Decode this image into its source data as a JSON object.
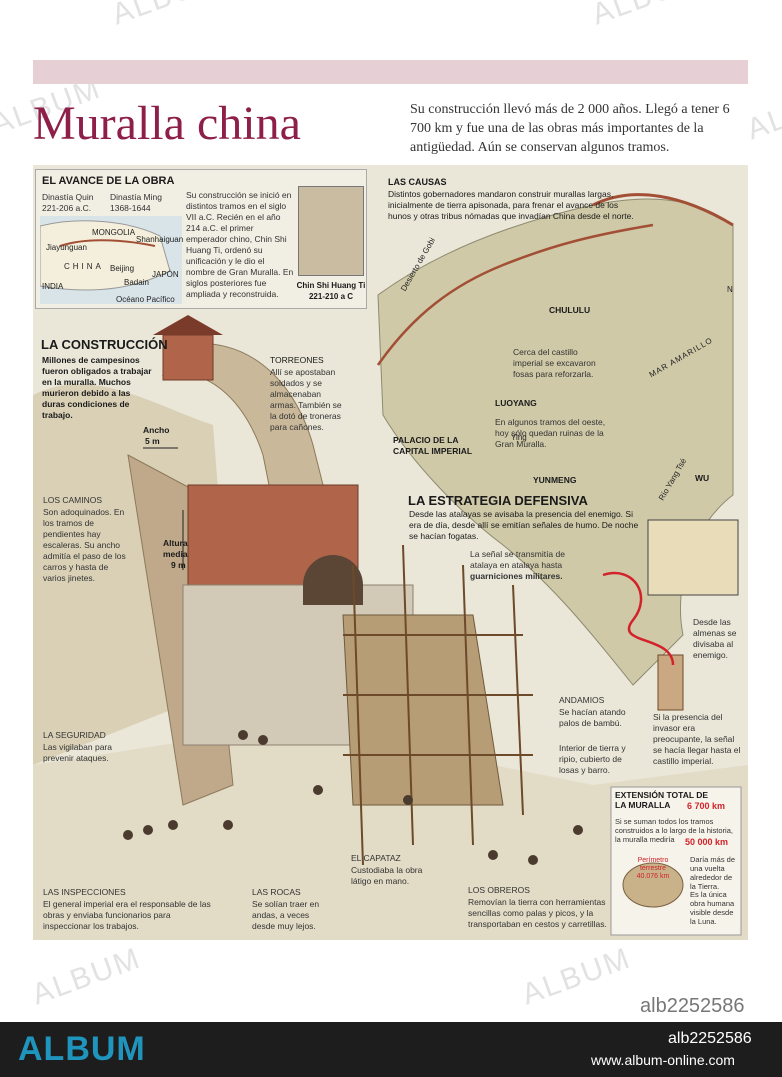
{
  "header": {
    "title": "Muralla china",
    "intro": "Su construcción llevó más de 2 000 años. Llegó a tener 6 700 km y fue una de las obras más importantes de la antigüedad. Aún se conservan algunos tramos."
  },
  "avance": {
    "title": "EL AVANCE DE LA OBRA",
    "legend_qin": "Dinastía Quin\n221-206 a.C.",
    "legend_ming": "Dinastía Ming\n1368-1644",
    "map_labels": [
      "MONGOLIA",
      "Jiayunguan",
      "Shanhaiguan",
      "CHINA",
      "Beijing",
      "Badain",
      "JAPÓN",
      "INDIA",
      "Océano Pacífico"
    ],
    "text": "Su construcción se inició en distintos tramos en el siglo VII a.C. Recién en el año 214 a.C. el primer emperador chino, Chin Shi Huang Ti, ordenó su unificación y le dio el nombre de Gran Muralla. En siglos posteriores fue ampliada y reconstruida.",
    "portrait_caption": "Chin Shi Huang Ti\n221-210 a C"
  },
  "causas": {
    "title": "LAS CAUSAS",
    "text": "Distintos gobernadores mandaron construir murallas largas, inicialmente de tierra apisonada, para frenar el avance de los hunos y otras tribus nómadas que invadían China desde el norte."
  },
  "map": {
    "desert": "Desierto de Gobi",
    "north": "N",
    "sea": "MAR AMARILLO",
    "river1": "Río Yang Tsé",
    "river2": "Ying",
    "cities": [
      "CHULULU",
      "LUOYANG",
      "YUNMENG",
      "WU"
    ],
    "palace": "PALACIO DE LA\nCAPITAL IMPERIAL",
    "note_chululu": "Cerca del castillo imperial se excavaron fosas para reforzarla.",
    "note_luoyang": "En algunos tramos del oeste, hoy sólo quedan ruinas de la Gran Muralla."
  },
  "construccion": {
    "title": "LA CONSTRUCCIÓN",
    "text": "Millones de campesinos fueron obligados a trabajar en la muralla. Muchos murieron debido a las duras condiciones de trabajo."
  },
  "torreones": {
    "title": "TORREONES",
    "text": "Allí se apostaban soldados y se almacenaban armas. También se la dotó de troneras para cañones."
  },
  "dims": {
    "ancho_label": "Ancho",
    "ancho_val": "5 m",
    "altura_label": "Altura\nmedia",
    "altura_val": "9 m"
  },
  "caminos": {
    "title": "LOS CAMINOS",
    "text": "Son adoquinados. En los tramos de pendientes hay escaleras. Su ancho admitía el paso de los carros y hasta de varios jinetes."
  },
  "estrategia": {
    "title": "LA ESTRATEGIA DEFENSIVA",
    "text": "Desde las atalayas se avisaba la presencia del enemigo. Si era de día, desde allí se emitían señales de humo. De noche se hacían fogatas.",
    "signal": "La señal se transmitía de atalaya en atalaya hasta",
    "signal_bold": "guarniciones militares.",
    "almenas": "Desde las almenas se divisaba al enemigo.",
    "invasor": "Si la presencia del invasor era preocupante, la señal se hacía llegar hasta el castillo imperial."
  },
  "andamios": {
    "title": "ANDAMIOS",
    "text": "Se hacían atando palos de bambú.",
    "text2": "Interior de tierra y ripio, cubierto de losas y barro."
  },
  "seguridad": {
    "title": "LA SEGURIDAD",
    "text": "Las vigilaban para prevenir ataques."
  },
  "extension": {
    "title": "EXTENSIÓN TOTAL DE\nLA MURALLA",
    "value": "6 700 km",
    "sum_text": "Si se suman todos los tramos construidos a lo largo de la historia, la muralla mediría",
    "sum_value": "50 000 km",
    "perimetro": "Perímetro\nterrestre\n40.076 km",
    "vuelta": "Daría más de una vuelta alrededor de la Tierra.",
    "luna": "Es la única obra humana visible desde la Luna."
  },
  "capataz": {
    "title": "EL CAPATAZ",
    "text": "Custodiaba la obra látigo en mano."
  },
  "inspecciones": {
    "title": "LAS INSPECCIONES",
    "text": "El general imperial era el responsable de las obras y enviaba funcionarios para inspeccionar los trabajos."
  },
  "rocas": {
    "title": "LAS ROCAS",
    "text": "Se solían traer en andas, a veces desde muy lejos."
  },
  "obreros": {
    "title": "LOS OBREROS",
    "text": "Removían la tierra con herramientas sencillas como palas y picos, y la transportaban en cestos y carretillas."
  },
  "stock": {
    "id": "alb2252586",
    "logo": "ALBUM",
    "url": "www.album-online.com",
    "watermark": "ALBUM"
  },
  "colors": {
    "title": "#8e1f48",
    "pinkbar": "#e7cfd6",
    "signal": "#d2232a",
    "footer": "#1d1d1d"
  }
}
